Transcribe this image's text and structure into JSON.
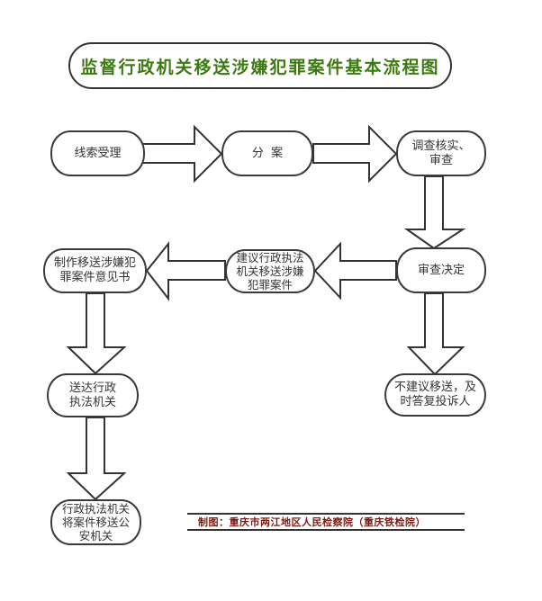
{
  "title": "监督行政机关移送涉嫌犯罪案件基本流程图",
  "title_color": "#3d7a10",
  "nodes": {
    "clue_intake": "线索受理",
    "case_assignment": "分  案",
    "investigation": [
      "调查核实、",
      "审查"
    ],
    "review_decision": "审查决定",
    "suggest_transfer": [
      "建议行政执法",
      "机关移送涉嫌",
      "犯罪案件"
    ],
    "draft_opinion": [
      "制作移送涉嫌犯",
      "罪案件意见书"
    ],
    "deliver_agency": [
      "送达行政",
      "执法机关"
    ],
    "agency_transfers": [
      "行政执法机关",
      "将案件移送公",
      "安机关"
    ],
    "no_transfer": [
      "不建议移送，及",
      "时答复投诉人"
    ]
  },
  "credit": "制图：重庆市两江地区人民检察院（重庆铁检院）",
  "credit_color": "#7a1a12"
}
